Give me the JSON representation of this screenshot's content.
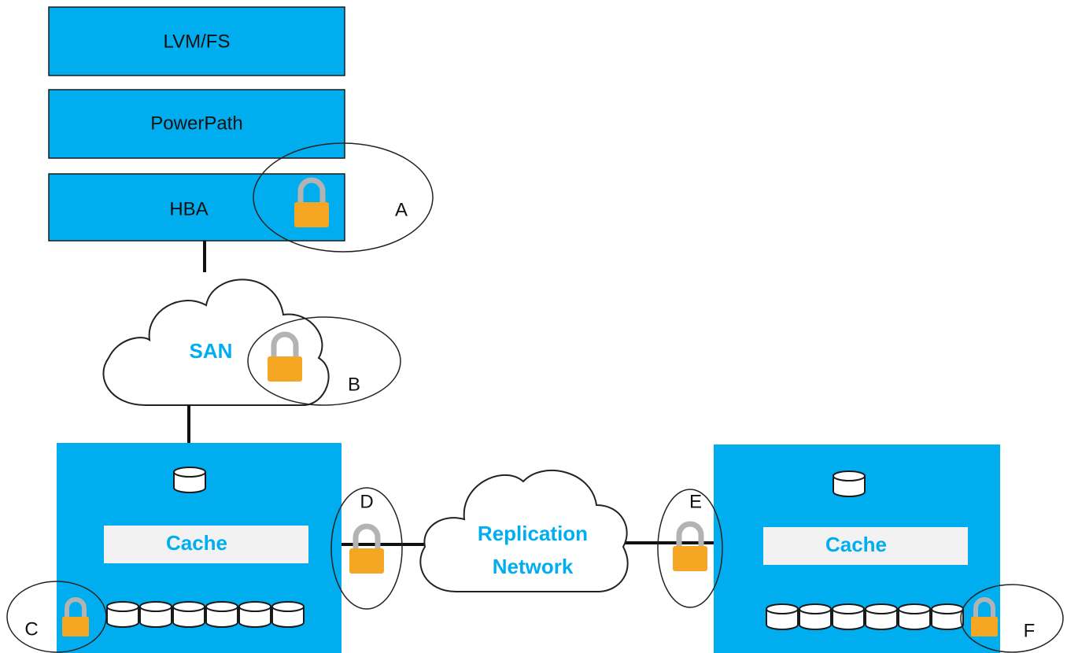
{
  "colors": {
    "box_fill": "#00aeef",
    "box_stroke": "#1a1a1a",
    "accent_text": "#00aeef",
    "lock_body": "#f5a623",
    "lock_shackle": "#b3b3b3"
  },
  "host_stack": {
    "layers": [
      {
        "label": "LVM/FS"
      },
      {
        "label": "PowerPath"
      },
      {
        "label": "HBA"
      }
    ]
  },
  "san_cloud": {
    "label": "SAN"
  },
  "replication_cloud": {
    "label_line1": "Replication",
    "label_line2": "Network"
  },
  "left_array": {
    "cache_label": "Cache"
  },
  "right_array": {
    "cache_label": "Cache"
  },
  "markers": [
    "A",
    "B",
    "C",
    "D",
    "E",
    "F"
  ],
  "icons": {
    "lock": "padlock-icon",
    "disk": "disk-cylinder-icon"
  }
}
